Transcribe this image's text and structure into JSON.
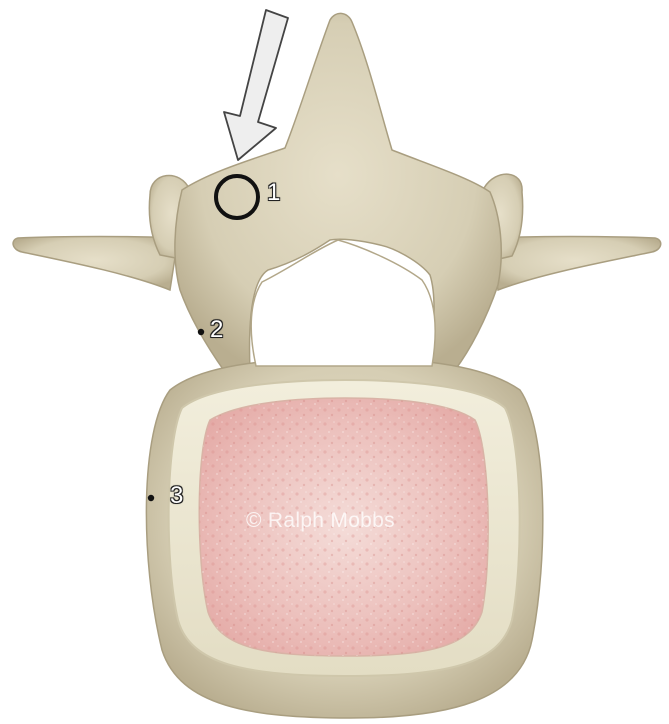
{
  "figure": {
    "markers": [
      {
        "id": "1",
        "label": "1"
      },
      {
        "id": "2",
        "label": "2"
      },
      {
        "id": "3",
        "label": "3"
      }
    ],
    "watermark": "© Ralph Mobbs",
    "colors": {
      "bone": "#ddd5bd",
      "bone_shadow": "#b6ab8e",
      "disc_nucleus": "#eab8b5",
      "disc_ring": "#f0ecd8",
      "arrow_fill": "#eeeeee",
      "arrow_stroke": "#444444",
      "marker_ring": "#111111"
    },
    "icons": [
      "downward-arrow-icon",
      "circle-marker-icon"
    ]
  }
}
